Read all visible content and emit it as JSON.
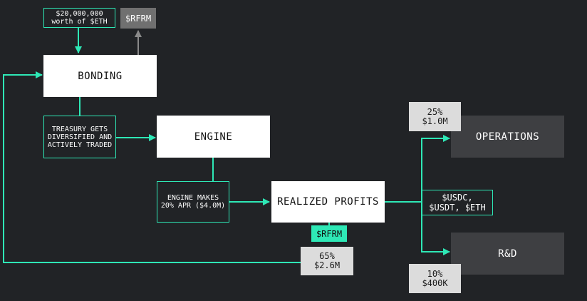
{
  "colors": {
    "background": "#212326",
    "accent": "#2ee8b6",
    "arrow_grey": "#8a8a8a",
    "box_dark": "#3e3f42",
    "box_white": "#ffffff",
    "box_grey": "#dcdcdc"
  },
  "input": {
    "eth": "$20,000,000\nworth of $ETH"
  },
  "tokens": {
    "rfrm_out": "$RFRM",
    "rfrm_profits": "$RFRM"
  },
  "nodes": {
    "bonding": "BONDING",
    "engine": "ENGINE",
    "realized_profits": "REALIZED PROFITS",
    "operations": "OPERATIONS",
    "rnd": "R&D"
  },
  "notes": {
    "treasury": "TREASURY GETS\nDIVERSIFIED AND\nACTIVELY TRADED",
    "engine_apr": "ENGINE MAKES\n20% APR ($4.0M)",
    "stablecoins": "$USDC,\n$USDT, $ETH"
  },
  "allocations": {
    "buyback": "65%\n$2.6M",
    "operations": "25%\n$1.0M",
    "rnd": "10%\n$400K"
  }
}
